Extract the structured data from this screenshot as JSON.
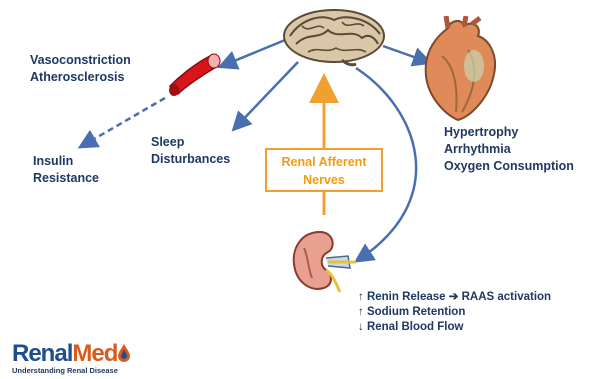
{
  "labels": {
    "vaso": [
      "Vasoconstriction",
      "Atherosclerosis"
    ],
    "insulin": [
      "Insulin",
      "Resistance"
    ],
    "sleep": [
      "Sleep",
      "Disturbances"
    ],
    "heart": [
      "Hypertrophy",
      "Arrhythmia",
      "Oxygen Consumption"
    ],
    "nerves": [
      "Renal Afferent",
      "Nerves"
    ]
  },
  "kidney_effects": [
    {
      "arrow": "↑",
      "text": "Renin Release ➔ RAAS activation"
    },
    {
      "arrow": "↑",
      "text": "Sodium Retention"
    },
    {
      "arrow": "↓",
      "text": "Renal Blood Flow"
    }
  ],
  "logo": {
    "renal": "Renal",
    "med": "Med",
    "tagline": "Understanding Renal Disease"
  },
  "icons": [
    "brain-icon",
    "heart-icon",
    "kidney-icon",
    "artery-icon",
    "logo-drop-icon"
  ],
  "colors": {
    "text": "#1f3864",
    "arrow": "#4a6fb0",
    "nerve_box": "#f0a030",
    "nerve_text": "#f39c12",
    "logo_renal": "#1f4e8c",
    "logo_med": "#d95b1e"
  }
}
